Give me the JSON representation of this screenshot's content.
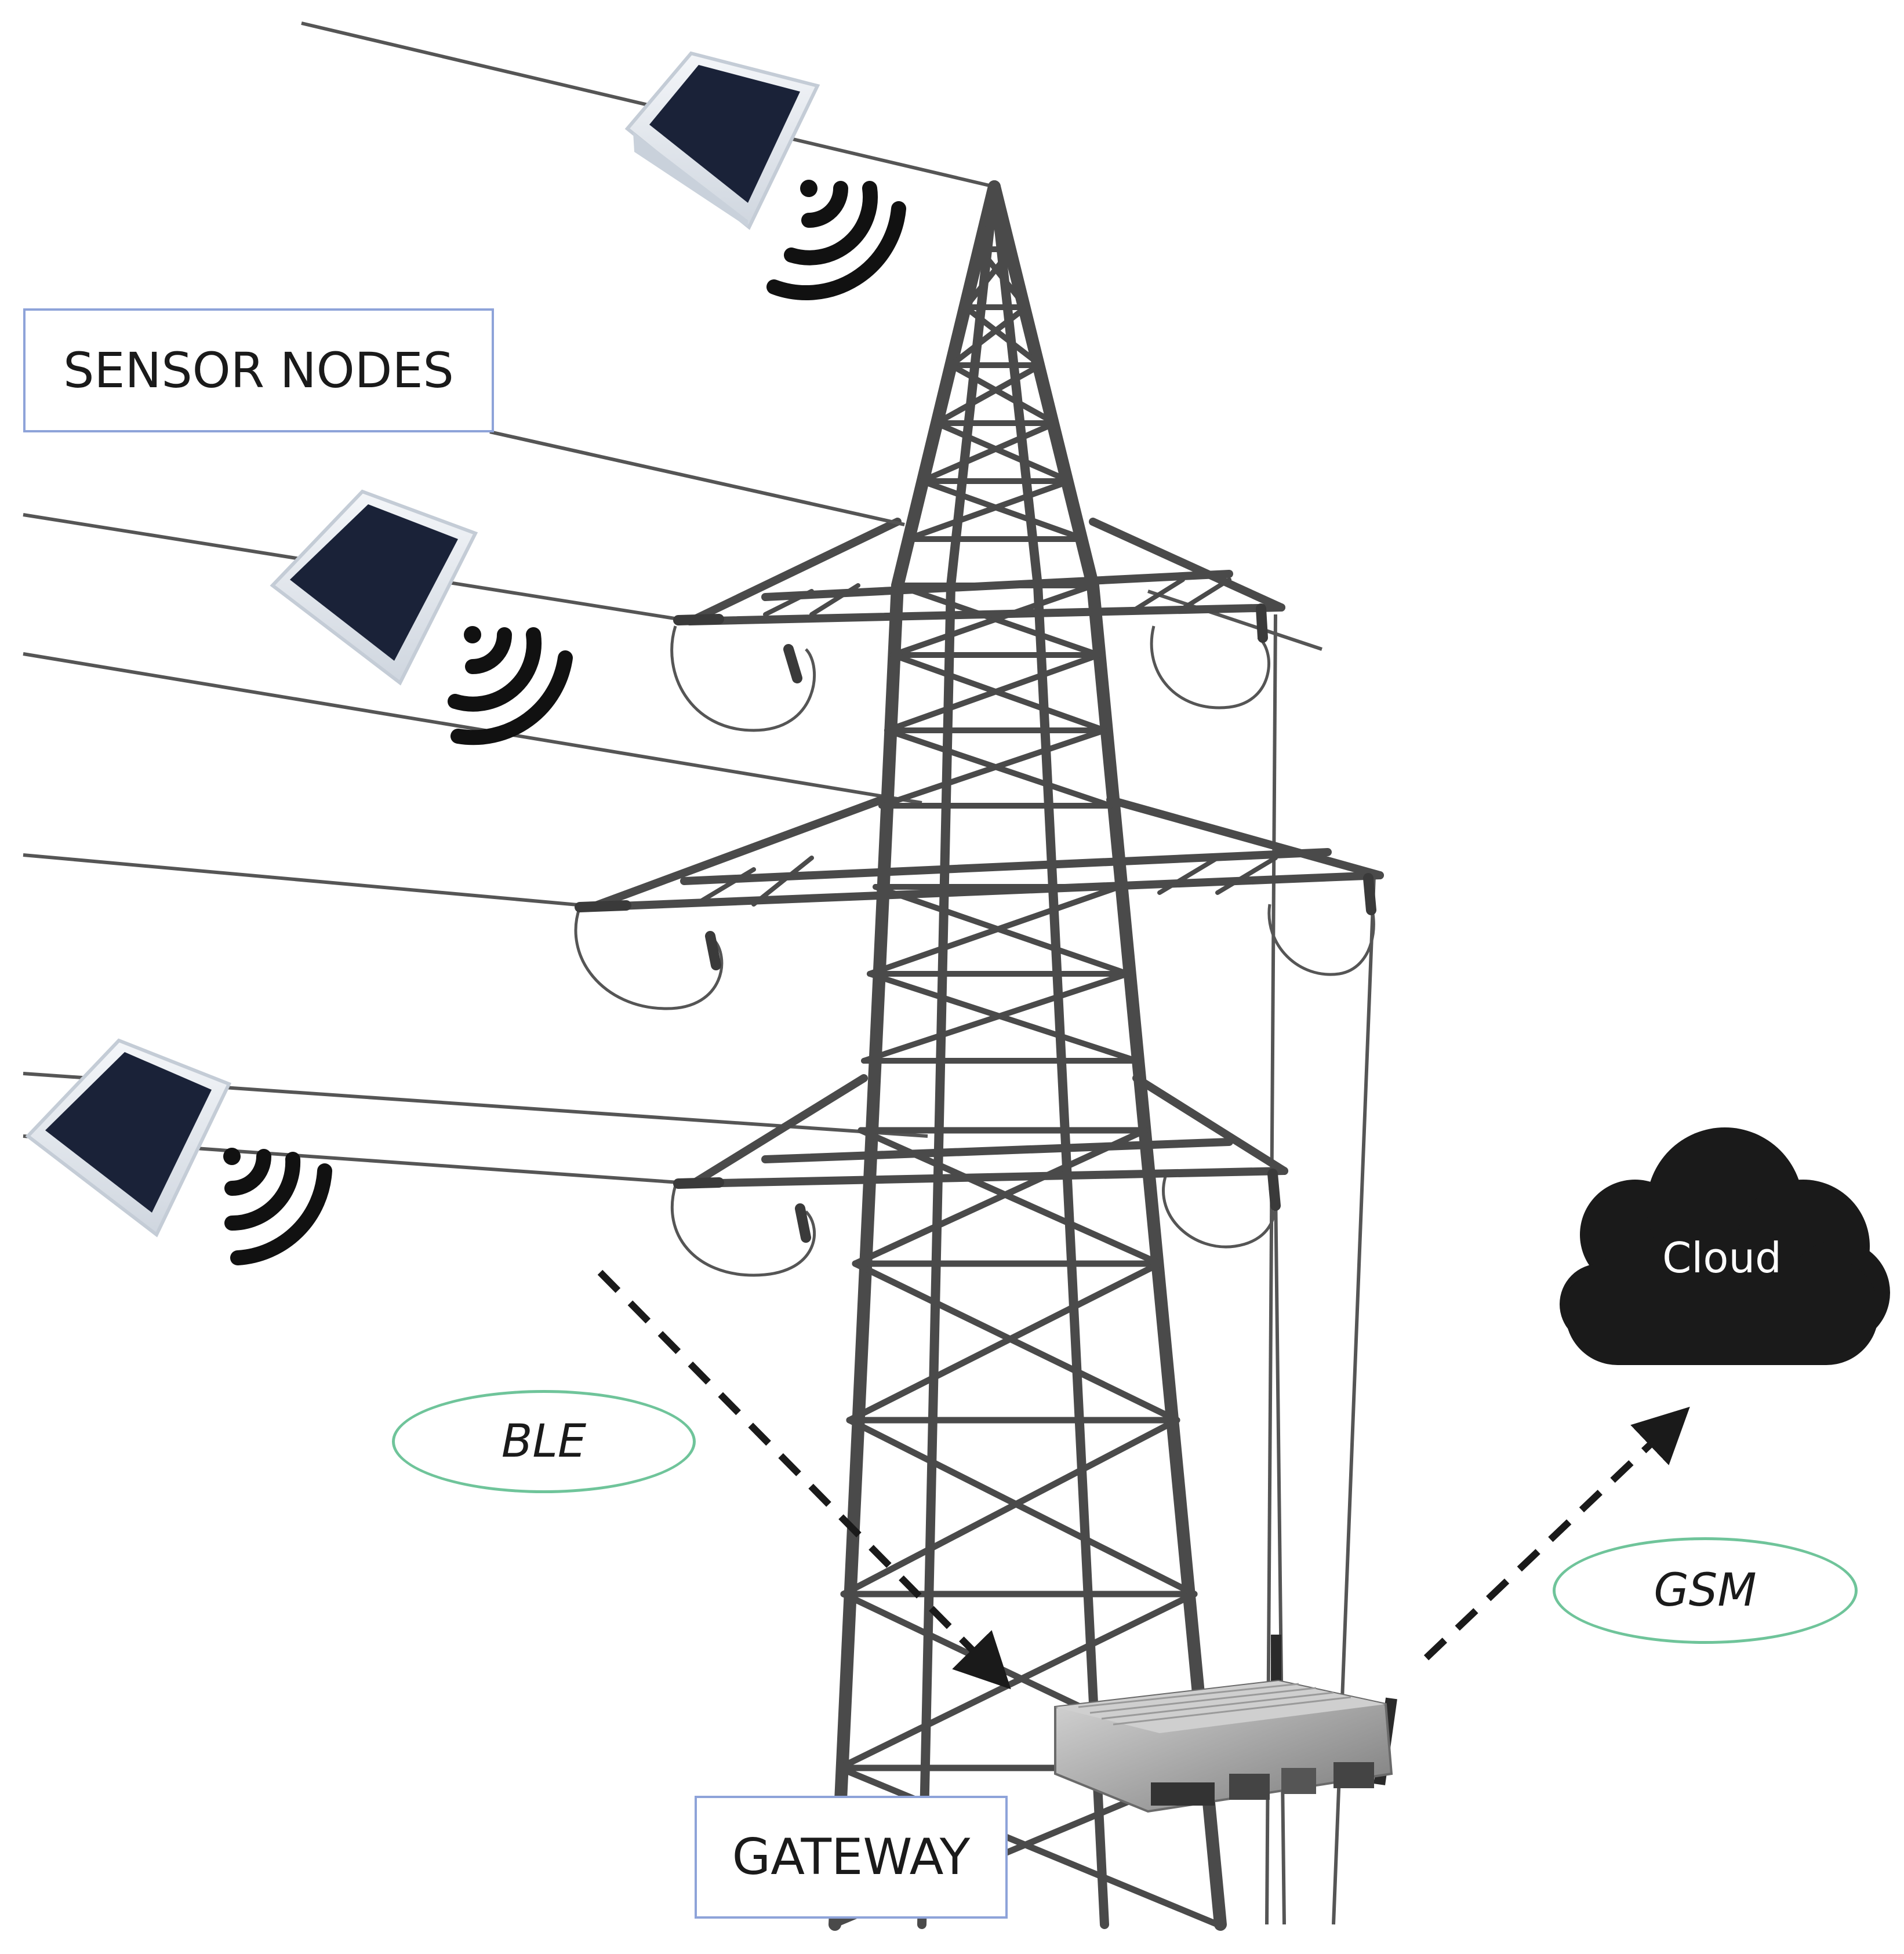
{
  "labels": {
    "sensor_nodes": "SENSOR NODES",
    "gateway": "GATEWAY",
    "cloud": "Cloud"
  },
  "protocols": {
    "ble": "BLE",
    "gsm": "GSM"
  },
  "icons": {
    "sensor_node": "solar-sensor-box-icon",
    "wireless": "wireless-signal-icon",
    "gateway": "gateway-device-icon",
    "cloud": "cloud-icon",
    "tower": "transmission-tower-icon"
  },
  "colors": {
    "label_border": "#8ea3d9",
    "ellipse_border": "#6fc49a",
    "tower": "#4a4a4a",
    "cloud": "#1a1a1a"
  }
}
